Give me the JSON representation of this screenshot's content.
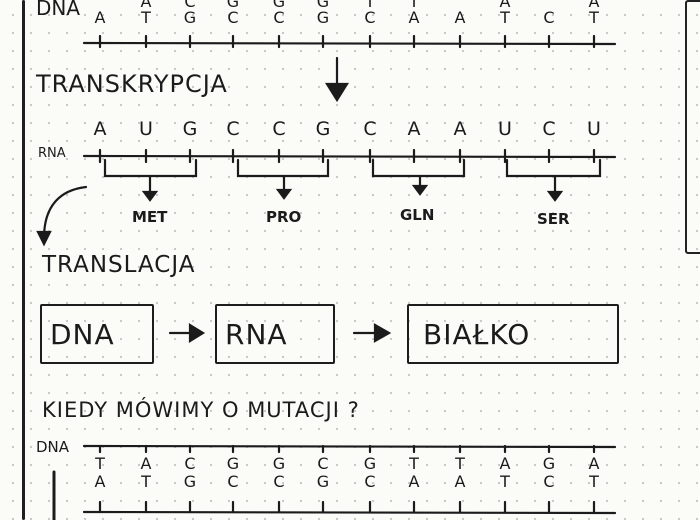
{
  "top_strand": {
    "label": "DNA",
    "upper_bases": [
      "A",
      "C",
      "G",
      "G",
      "G",
      "T",
      "T",
      "A",
      "A"
    ],
    "lower_bases": [
      "A",
      "T",
      "G",
      "C",
      "C",
      "G",
      "C",
      "A",
      "A",
      "T",
      "C",
      "T"
    ]
  },
  "arrow_icon": "down-arrow-icon",
  "transcription": {
    "heading": "TRANSKRYPCJA"
  },
  "rna": {
    "label": "RNA",
    "bases": [
      "A",
      "U",
      "G",
      "C",
      "C",
      "G",
      "C",
      "A",
      "A",
      "U",
      "C",
      "U"
    ],
    "codons": [
      {
        "amino_acid": "MET"
      },
      {
        "amino_acid": "PRO"
      },
      {
        "amino_acid": "GLN"
      },
      {
        "amino_acid": "SER"
      }
    ]
  },
  "translation": {
    "heading": "TRANSLACJA"
  },
  "flow": {
    "boxes": [
      "DNA",
      "RNA",
      "BIAŁKO"
    ]
  },
  "mutation": {
    "question": "KIEDY MÓWIMY O MUTACJI ?"
  },
  "bottom_strand": {
    "label": "DNA",
    "upper_bases": [
      "T",
      "A",
      "C",
      "G",
      "G",
      "C",
      "G",
      "T",
      "T",
      "A",
      "G",
      "A"
    ],
    "lower_bases": [
      "A",
      "T",
      "G",
      "C",
      "C",
      "G",
      "C",
      "A",
      "A",
      "T",
      "C",
      "T"
    ]
  }
}
